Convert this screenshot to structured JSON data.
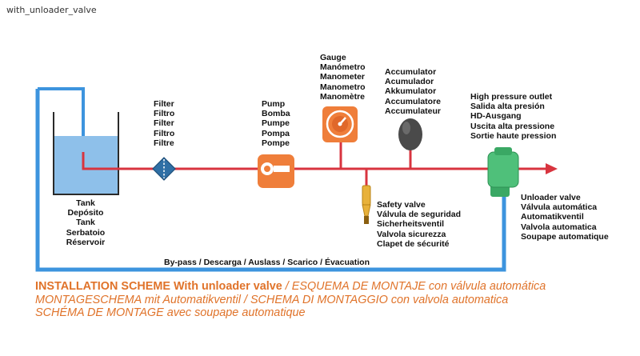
{
  "page_label": "with_unloader_valve",
  "colors": {
    "pipe": "#d8343f",
    "bypass_line": "#3d94de",
    "tank_water": "#8ec0ea",
    "component_orange": "#ef7e3a",
    "unloader_green": "#4fc07a",
    "safety_valve": "#e8b13a",
    "accumulator": "#4a4a4a",
    "caption": "#e0732a"
  },
  "components": {
    "tank": {
      "icon": "tank-icon",
      "labels": [
        "Tank",
        "Depósito",
        "Tank",
        "Serbatoio",
        "Réservoir"
      ]
    },
    "filter": {
      "icon": "filter-icon",
      "labels": [
        "Filter",
        "Filtro",
        "Filter",
        "Filtro",
        "Filtre"
      ]
    },
    "pump": {
      "icon": "pump-icon",
      "labels": [
        "Pump",
        "Bomba",
        "Pumpe",
        "Pompa",
        "Pompe"
      ]
    },
    "gauge": {
      "icon": "gauge-icon",
      "labels": [
        "Gauge",
        "Manómetro",
        "Manometer",
        "Manometro",
        "Manomètre"
      ]
    },
    "accumulator": {
      "icon": "accumulator-icon",
      "labels": [
        "Accumulator",
        "Acumulador",
        "Akkumulator",
        "Accumulatore",
        "Accumulateur"
      ]
    },
    "safety_valve": {
      "icon": "safety-valve-icon",
      "labels": [
        "Safety valve",
        "Válvula de seguridad",
        "Sicherheitsventil",
        "Valvola sicurezza",
        "Clapet de sécurité"
      ]
    },
    "high_pressure_outlet": {
      "icon": "arrow-right-icon",
      "labels": [
        "High pressure outlet",
        "Salida alta presión",
        "HD-Ausgang",
        "Uscita alta pressione",
        "Sortie haute pression"
      ]
    },
    "unloader_valve": {
      "icon": "unloader-valve-icon",
      "labels": [
        "Unloader valve",
        "Válvula automática",
        "Automatikventil",
        "Valvola automatica",
        "Soupape automatique"
      ]
    }
  },
  "bypass_label": "By-pass / Descarga / Auslass / Scarico / Évacuation",
  "caption": {
    "title": "INSTALLATION SCHEME With unloader valve",
    "parts": [
      " / ESQUEMA DE MONTAJE con válvula automática",
      "MONTAGESCHEMA mit Automatikventil / SCHEMA DI MONTAGGIO con valvola automatica",
      "SCHÉMA DE MONTAGE avec soupape automatique"
    ]
  }
}
